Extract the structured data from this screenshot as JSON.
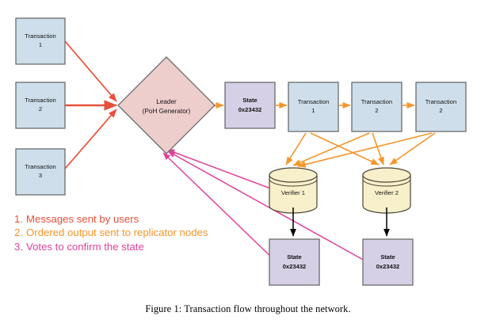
{
  "figure": {
    "caption": "Figure 1: Transaction flow throughout the network.",
    "background": "#ffffff"
  },
  "colors": {
    "transaction_fill": "#cedfeb",
    "transaction_stroke": "#6b6b6b",
    "leader_fill": "#eecdcd",
    "leader_stroke": "#6b6b6b",
    "state_fill": "#d6d0e6",
    "state_stroke": "#6b6b6b",
    "verifier_fill": "#f8efcb",
    "verifier_stroke": "#4d4637",
    "arrow_messages": "#e8503a",
    "arrow_ordered": "#f5962c",
    "arrow_votes": "#e0439a",
    "arrow_commit": "#000000"
  },
  "nodes": {
    "input_transactions": [
      {
        "name": "transaction-1",
        "line1": "Transaction",
        "line2": "1"
      },
      {
        "name": "transaction-2",
        "line1": "Transaction",
        "line2": "2"
      },
      {
        "name": "transaction-3",
        "line1": "Transaction",
        "line2": "3"
      }
    ],
    "leader": {
      "line1": "Leader",
      "line2": "(PoH Generator)"
    },
    "leader_state": {
      "line1": "State",
      "line2": "0x23432"
    },
    "ordered_transactions": [
      {
        "name": "ordered-transaction-1",
        "line1": "Transaction",
        "line2": "1"
      },
      {
        "name": "ordered-transaction-2",
        "line1": "Transaction",
        "line2": "2"
      },
      {
        "name": "ordered-transaction-3",
        "line1": "Transaction",
        "line2": "2"
      }
    ],
    "verifiers": [
      {
        "name": "verifier-1",
        "label": "Verifier 1"
      },
      {
        "name": "verifier-2",
        "label": "Verifier 2"
      }
    ],
    "verifier_states": [
      {
        "name": "verifier-1-state",
        "line1": "State",
        "line2": "0x23432"
      },
      {
        "name": "verifier-2-state",
        "line1": "State",
        "line2": "0x23432"
      }
    ]
  },
  "legend": [
    {
      "num": "1.",
      "text": "Messages sent by users",
      "color": "#e8503a"
    },
    {
      "num": "2.",
      "text": "Ordered output sent to replicator nodes",
      "color": "#f5962c"
    },
    {
      "num": "3.",
      "text": "Votes to confirm the state",
      "color": "#e0439a"
    }
  ]
}
